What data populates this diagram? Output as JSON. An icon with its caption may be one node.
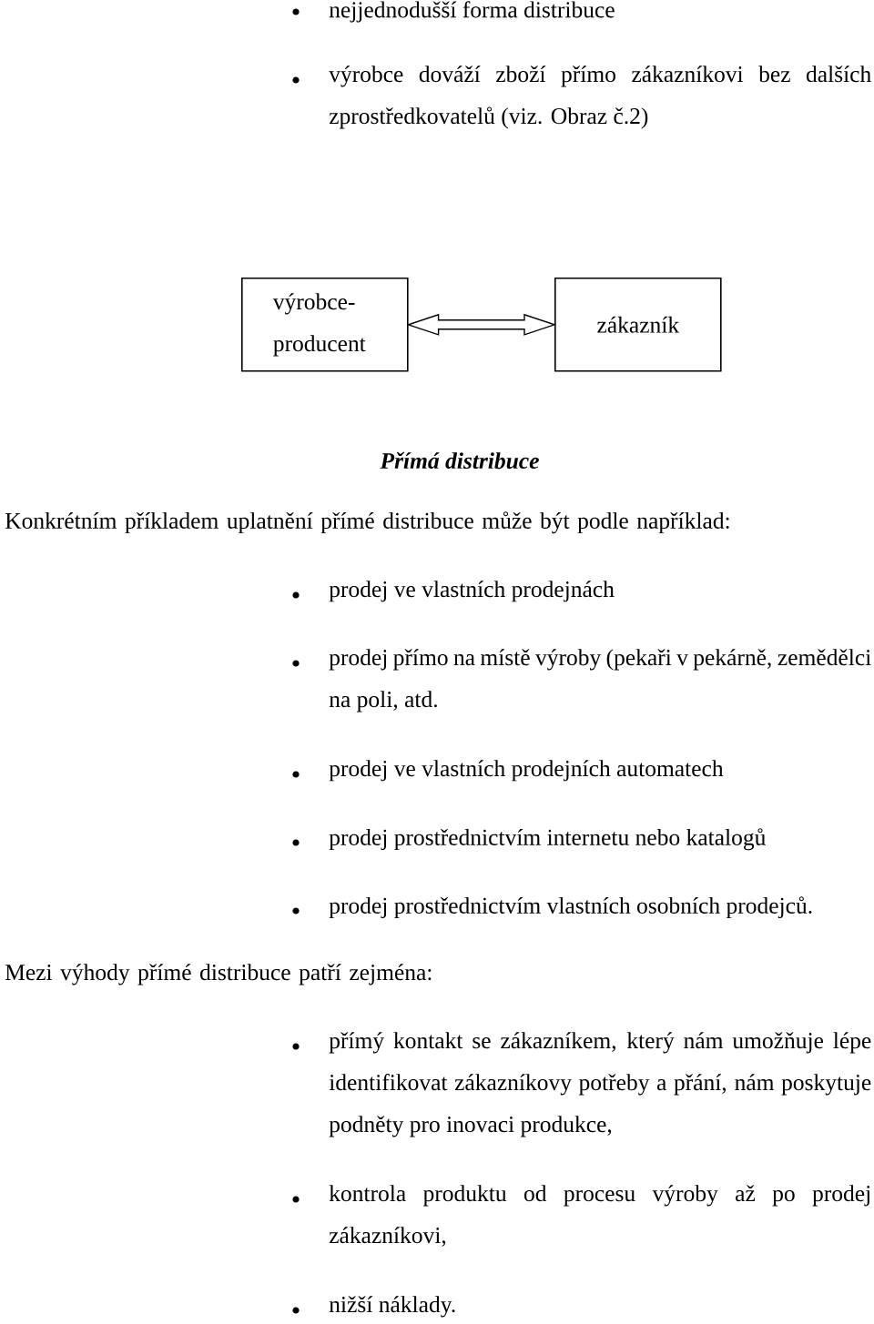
{
  "diagram": {
    "caption": "Přímá distribuce",
    "nodes": [
      {
        "text": [
          "výrobce- producent"
        ]
      },
      {
        "text": [
          "zákazník"
        ]
      }
    ],
    "edges": [
      {
        "from": 0,
        "to": 1,
        "arrow": "both"
      }
    ],
    "labels": [
      "nejjednodušší forma distribuce",
      "výrobce dováží zboží přímo zákazníkovi bez dalších zprostředkovatelů (viz. Obraz č.2)",
      "Konkrétním příkladem uplatnění přímé distribuce může být podle například:",
      "prodej ve vlastních prodejnách",
      "prodej přímo na místě výroby (pekaři v pekárně, zemědělci na poli, atd.",
      "prodej ve vlastních prodejních automatech",
      "prodej prostřednictvím internetu nebo katalogů",
      "prodej prostřednictvím vlastních osobních prodejců.",
      "Mezi výhody přímé distribuce patří zejména:",
      "přímý kontakt se zákazníkem, který nám umožňuje lépe identifikovat zákazníkovy potřeby a přání, nám poskytuje podněty pro inovaci produkce,",
      "kontrola produktu od procesu výroby až po prodej zákazníkovi,",
      "nižší náklady."
    ]
  }
}
